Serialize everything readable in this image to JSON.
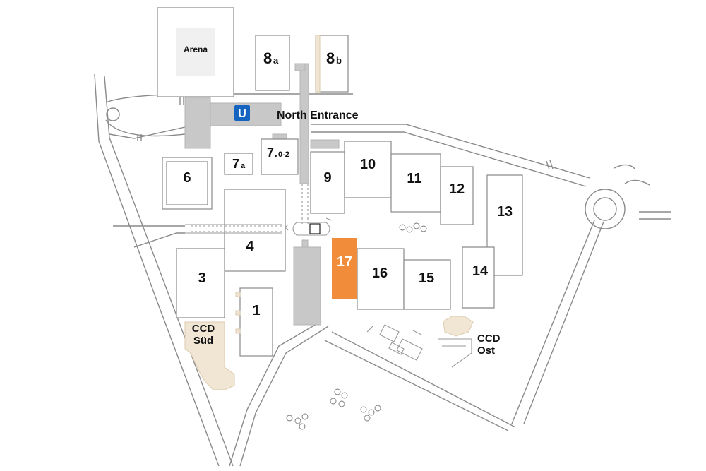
{
  "map": {
    "colors": {
      "highlight_hall": "#f08c3a",
      "highlight_text": "#ffffff",
      "walkway": "#c8c8c8",
      "arena_fill": "#f0f0f0",
      "ccd_fill": "#f1e6d4",
      "entrance_icon": "#1565c0"
    },
    "highlighted_hall": "17",
    "labels": {
      "arena": "Arena",
      "hall_8a_num": "8",
      "hall_8a_sub": "a",
      "hall_8b_num": "8",
      "hall_8b_sub": "b",
      "north_entrance": "North Entrance",
      "hall_7a_num": "7",
      "hall_7a_sub": "a",
      "hall_7_num": "7.",
      "hall_7_sub": "0-2",
      "hall_6": "6",
      "hall_9": "9",
      "hall_10": "10",
      "hall_11": "11",
      "hall_12": "12",
      "hall_13": "13",
      "hall_4": "4",
      "hall_3": "3",
      "hall_1": "1",
      "hall_17": "17",
      "hall_16": "16",
      "hall_15": "15",
      "hall_14": "14",
      "ccd_sued_line1": "CCD",
      "ccd_sued_line2": "Süd",
      "ccd_ost_line1": "CCD",
      "ccd_ost_line2": "Ost"
    },
    "icons": {
      "entrance": "u-bahn-icon",
      "parking": "parking-icon"
    }
  }
}
